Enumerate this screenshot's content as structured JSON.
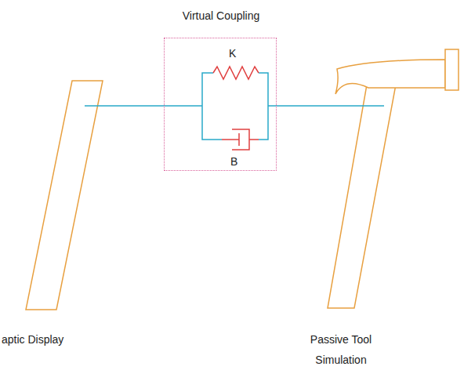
{
  "diagram": {
    "nodes": [
      {
        "text": [
          "aptic Display"
        ]
      },
      {
        "text": [
          "Virtual Coupling"
        ]
      },
      {
        "text": [
          "Passive Tool Simulation"
        ]
      }
    ],
    "edges": [
      {
        "from": 0,
        "to": 1,
        "arrow": "none"
      },
      {
        "from": 1,
        "to": 2,
        "arrow": "none"
      }
    ],
    "labels": [
      "K",
      "B"
    ]
  }
}
